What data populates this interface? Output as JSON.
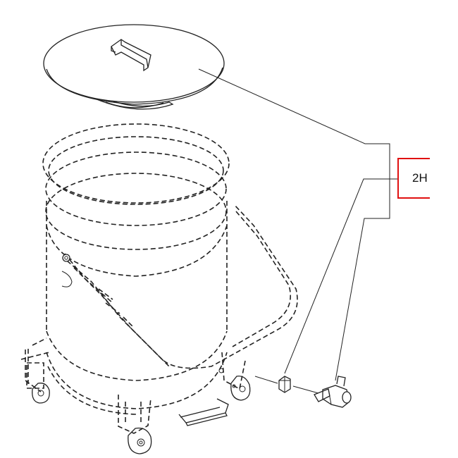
{
  "callout": {
    "label": "2H",
    "highlight_color": "#e01010"
  },
  "line_color": "#222222",
  "parts": [
    "lid",
    "lid-handle",
    "bucket",
    "handle-bar",
    "caster-wheels",
    "fitting",
    "drain-valve"
  ]
}
